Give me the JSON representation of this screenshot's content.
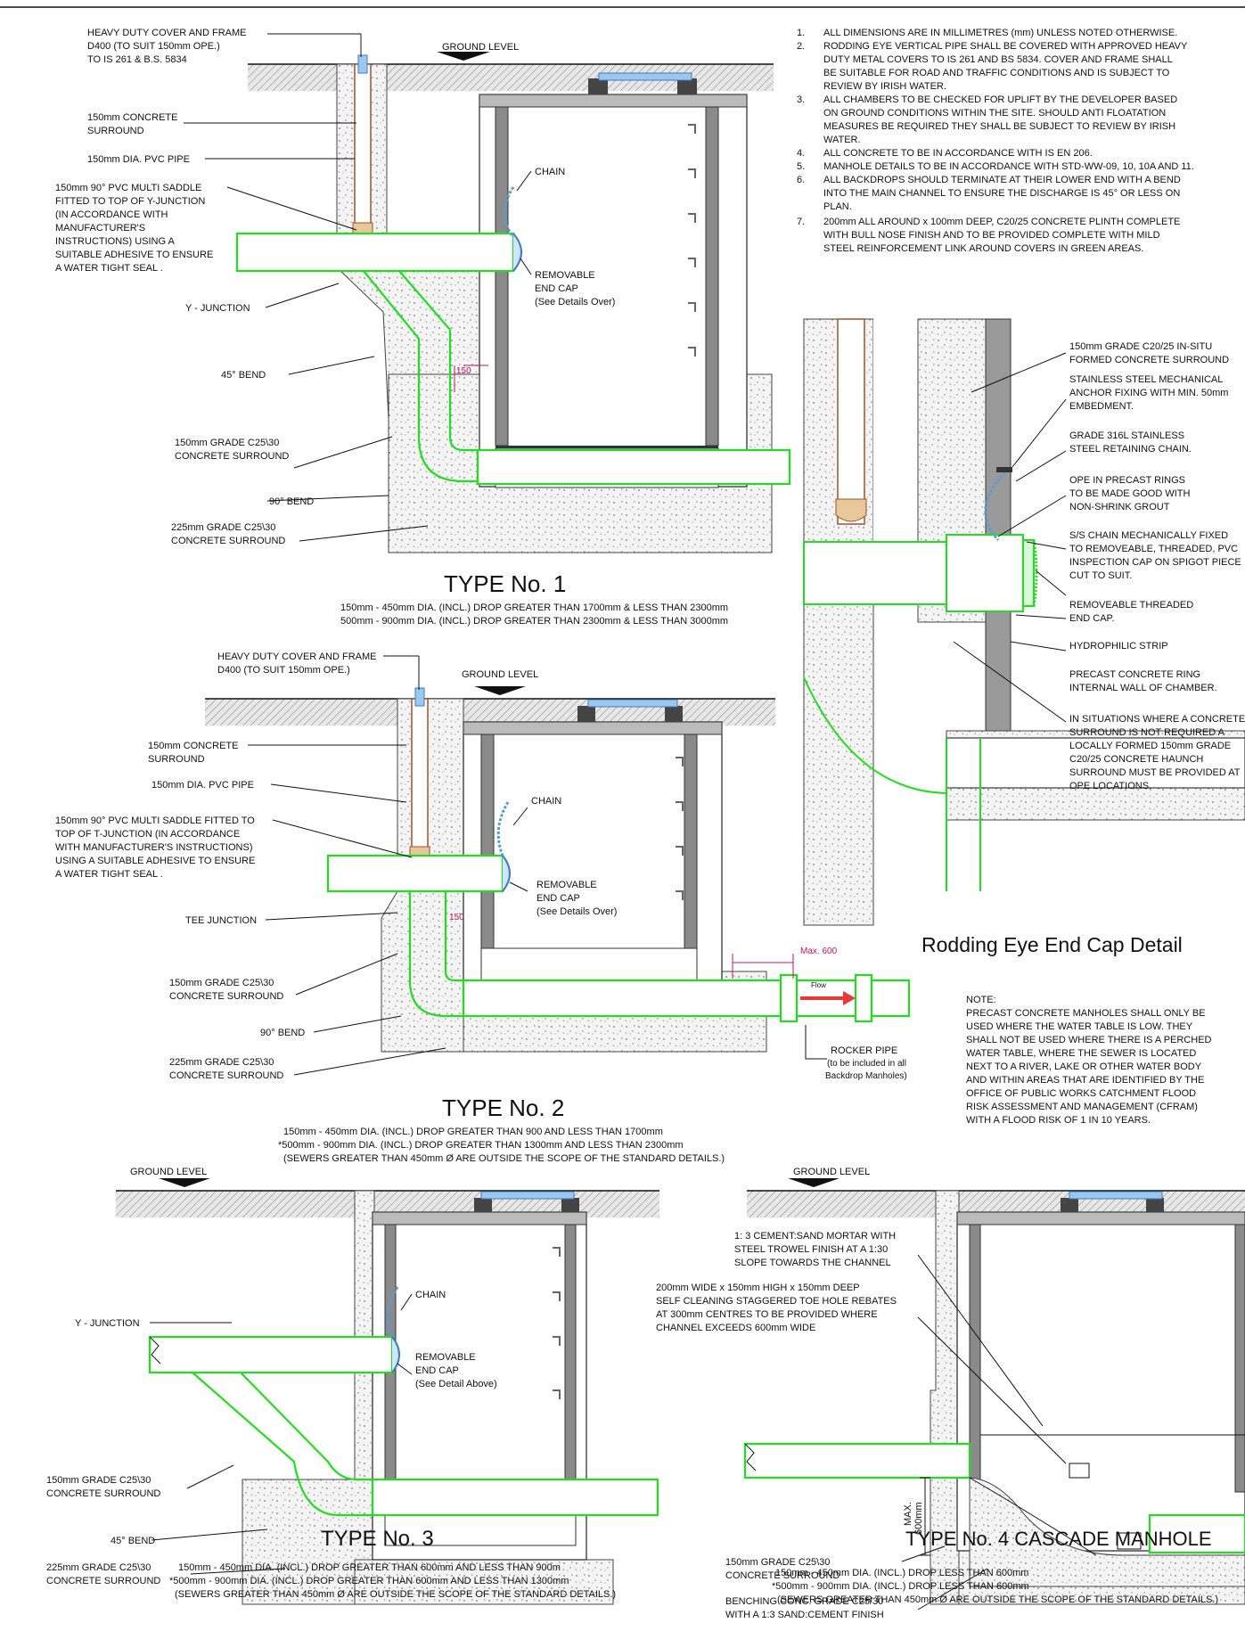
{
  "general_notes": [
    {
      "num": "1.",
      "lines": [
        "ALL DIMENSIONS ARE IN MILLIMETRES (mm) UNLESS NOTED OTHERWISE."
      ]
    },
    {
      "num": "2.",
      "lines": [
        "RODDING EYE VERTICAL PIPE SHALL BE COVERED WITH APPROVED HEAVY",
        "DUTY METAL COVERS TO IS 261 AND BS 5834. COVER AND FRAME SHALL",
        "BE SUITABLE FOR ROAD AND TRAFFIC CONDITIONS AND IS SUBJECT TO",
        "REVIEW BY IRISH WATER."
      ]
    },
    {
      "num": "3.",
      "lines": [
        "ALL CHAMBERS TO BE CHECKED FOR UPLIFT BY THE DEVELOPER BASED",
        "ON GROUND CONDITIONS WITHIN THE SITE. SHOULD ANTI FLOATATION",
        "MEASURES BE REQUIRED THEY SHALL BE SUBJECT TO REVIEW BY IRISH",
        "WATER."
      ]
    },
    {
      "num": "4.",
      "lines": [
        "ALL CONCRETE TO BE IN ACCORDANCE WITH IS EN 206."
      ]
    },
    {
      "num": "5.",
      "lines": [
        "MANHOLE DETAILS TO BE IN ACCORDANCE WITH STD-WW-09, 10, 10A AND 11."
      ]
    },
    {
      "num": "6.",
      "lines": [
        "ALL BACKDROPS SHOULD TERMINATE AT THEIR LOWER END WITH A BEND",
        "INTO THE MAIN CHANNEL TO ENSURE THE DISCHARGE IS 45° OR LESS ON",
        "PLAN."
      ]
    },
    {
      "num": "7.",
      "lines": [
        "200mm ALL AROUND x 100mm DEEP, C20/25 CONCRETE PLINTH COMPLETE",
        "WITH BULL NOSE FINISH AND TO BE PROVIDED COMPLETE WITH MILD",
        "STEEL REINFORCEMENT LINK AROUND COVERS IN GREEN AREAS."
      ]
    }
  ],
  "type1": {
    "title": "TYPE No. 1",
    "sub": [
      "150mm - 450mm DIA. (INCL.) DROP GREATER THAN 1700mm & LESS THAN 2300mm",
      "500mm - 900mm DIA. (INCL.) DROP GREATER THAN 2300mm & LESS THAN 3000mm"
    ],
    "ground": "GROUND LEVEL",
    "labels": {
      "cover": [
        "HEAVY DUTY COVER AND FRAME",
        "D400 (TO SUIT 150mm OPE.)",
        "TO IS 261 & B.S. 5834"
      ],
      "surround150": [
        "150mm CONCRETE",
        "SURROUND"
      ],
      "pvc": [
        "150mm DIA. PVC PIPE"
      ],
      "saddle": [
        "150mm 90° PVC MULTI SADDLE",
        "FITTED TO TOP OF Y-JUNCTION",
        "(IN ACCORDANCE WITH",
        "MANUFACTURER'S",
        "INSTRUCTIONS) USING A",
        "SUITABLE ADHESIVE TO ENSURE",
        "A WATER TIGHT SEAL ."
      ],
      "yjunction": [
        "Y - JUNCTION"
      ],
      "bend45": [
        "45° BEND"
      ],
      "grade150": [
        "150mm GRADE C25\\30",
        "CONCRETE SURROUND"
      ],
      "bend90": [
        "90° BEND"
      ],
      "grade225": [
        "225mm GRADE C25\\30",
        "CONCRETE SURROUND"
      ],
      "chain": "CHAIN",
      "endcap": [
        "REMOVABLE",
        "END CAP",
        "(See Details Over)"
      ],
      "dim": "150"
    }
  },
  "type2": {
    "title": "TYPE No. 2",
    "sub": [
      "150mm - 450mm DIA. (INCL.) DROP GREATER THAN 900 AND LESS THAN 1700mm",
      "*500mm - 900mm DIA. (INCL.) DROP GREATER THAN 1300mm AND LESS THAN 2300mm",
      "(SEWERS GREATER THAN 450mm Ø ARE OUTSIDE THE SCOPE OF THE STANDARD DETAILS.)"
    ],
    "ground": "GROUND LEVEL",
    "labels": {
      "cover": [
        "HEAVY DUTY COVER AND FRAME",
        "D400 (TO SUIT 150mm OPE.)"
      ],
      "surround150": [
        "150mm CONCRETE",
        "SURROUND"
      ],
      "pvc": [
        "150mm DIA. PVC PIPE"
      ],
      "saddle": [
        "150mm 90° PVC MULTI SADDLE FITTED TO",
        "TOP OF T-JUNCTION (IN ACCORDANCE",
        "WITH MANUFACTURER'S INSTRUCTIONS)",
        "USING A SUITABLE ADHESIVE TO ENSURE",
        "A WATER TIGHT SEAL ."
      ],
      "tee": [
        "TEE JUNCTION"
      ],
      "grade150": [
        "150mm GRADE C25\\30",
        "CONCRETE SURROUND"
      ],
      "bend90": [
        "90° BEND"
      ],
      "grade225": [
        "225mm GRADE C25\\30",
        "CONCRETE SURROUND"
      ],
      "chain": "CHAIN",
      "endcap": [
        "REMOVABLE",
        "END CAP",
        "(See Details Over)"
      ],
      "dim": "150",
      "max600": "Max. 600",
      "flow": "Flow",
      "rocker": [
        "ROCKER PIPE",
        "(to be included in all",
        "Backdrop Manholes)"
      ]
    }
  },
  "type3": {
    "title": "TYPE No. 3",
    "sub": [
      "150mm - 450mm DIA. (INCL.) DROP GREATER THAN 600mm AND LESS THAN 900m",
      "*500mm - 900mm DIA. (INCL.) DROP GREATER THAN 600mm AND LESS THAN 1300mm",
      "(SEWERS GREATER THAN 450mm Ø ARE OUTSIDE THE SCOPE OF THE STANDARD DETAILS.)"
    ],
    "ground": "GROUND LEVEL",
    "labels": {
      "yjunction": [
        "Y - JUNCTION"
      ],
      "grade150": [
        "150mm GRADE C25\\30",
        "CONCRETE SURROUND"
      ],
      "bend45": [
        "45° BEND"
      ],
      "grade225": [
        "225mm GRADE C25\\30",
        "CONCRETE SURROUND"
      ],
      "chain": "CHAIN",
      "endcap": [
        "REMOVABLE",
        "END CAP",
        "(See Detail Above)"
      ]
    }
  },
  "type4": {
    "title": "TYPE No. 4 CASCADE MANHOLE",
    "sub": [
      "150mm - 450mm DIA. (INCL.) DROP LESS THAN 600mm",
      "*500mm - 900mm DIA. (INCL.) DROP LESS THAN 600mm",
      "(SEWERS GREATER THAN 450mm Ø ARE OUTSIDE THE SCOPE OF THE STANDARD DETAILS.)"
    ],
    "ground": "GROUND LEVEL",
    "labels": {
      "mortar": [
        "1: 3 CEMENT:SAND MORTAR WITH",
        "STEEL TROWEL FINISH AT A 1:30",
        "SLOPE TOWARDS THE CHANNEL"
      ],
      "toehole": [
        "200mm WIDE x 150mm HIGH x 150mm DEEP",
        "SELF CLEANING STAGGERED TOE HOLE REBATES",
        "AT 300mm CENTRES TO BE PROVIDED WHERE",
        "CHANNEL EXCEEDS 600mm WIDE"
      ],
      "grade150": [
        "150mm GRADE C25\\30",
        "CONCRETE SURROUND"
      ],
      "bench": [
        "BENCHING CONC. GRADE C25/30",
        "WITH A 1:3 SAND:CEMENT FINISH"
      ],
      "max": "MAX.",
      "mm600": "600mm"
    }
  },
  "rodding": {
    "title": "Rodding Eye End Cap Detail",
    "labels": [
      [
        "150mm GRADE C20/25 IN-SITU",
        "FORMED CONCRETE SURROUND"
      ],
      [
        "STAINLESS STEEL MECHANICAL",
        "ANCHOR FIXING WITH MIN. 50mm",
        "EMBEDMENT."
      ],
      [
        "GRADE 316L STAINLESS",
        "STEEL RETAINING CHAIN."
      ],
      [
        "OPE IN PRECAST RINGS",
        "TO BE MADE GOOD WITH",
        "NON-SHRINK GROUT"
      ],
      [
        "S/S CHAIN MECHANICALLY FIXED",
        "TO REMOVEABLE, THREADED, PVC",
        "INSPECTION CAP ON SPIGOT PIECE",
        "CUT TO SUIT."
      ],
      [
        "REMOVEABLE THREADED",
        "END CAP."
      ],
      [
        "HYDROPHILIC STRIP"
      ],
      [
        "PRECAST CONCRETE RING",
        "INTERNAL WALL OF CHAMBER."
      ],
      [
        "IN SITUATIONS WHERE A CONCRETE",
        "SURROUND IS NOT REQUIRED A",
        "LOCALLY FORMED 150mm GRADE",
        "C20/25 CONCRETE HAUNCH",
        "SURROUND MUST BE PROVIDED AT",
        "OPE LOCATIONS."
      ]
    ]
  },
  "precast_note": {
    "heading": "NOTE:",
    "lines": [
      "PRECAST CONCRETE MANHOLES SHALL ONLY BE",
      "USED WHERE THE WATER TABLE IS LOW. THEY",
      "SHALL NOT BE USED WHERE THERE IS A PERCHED",
      "WATER TABLE, WHERE THE SEWER IS LOCATED",
      "NEXT TO A RIVER, LAKE OR OTHER WATER BODY",
      "AND WITHIN AREAS THAT ARE IDENTIFIED BY THE",
      "OFFICE OF PUBLIC WORKS CATCHMENT FLOOD",
      "RISK ASSESSMENT AND MANAGEMENT (CFRAM)",
      "WITH A FLOOD RISK OF 1 IN 10 YEARS."
    ]
  },
  "colors": {
    "pipe": "#22dd22",
    "cap": "#5b9bd5",
    "saddle": "#a0522d",
    "dim": "#c2185b",
    "flow": "#e53935"
  }
}
